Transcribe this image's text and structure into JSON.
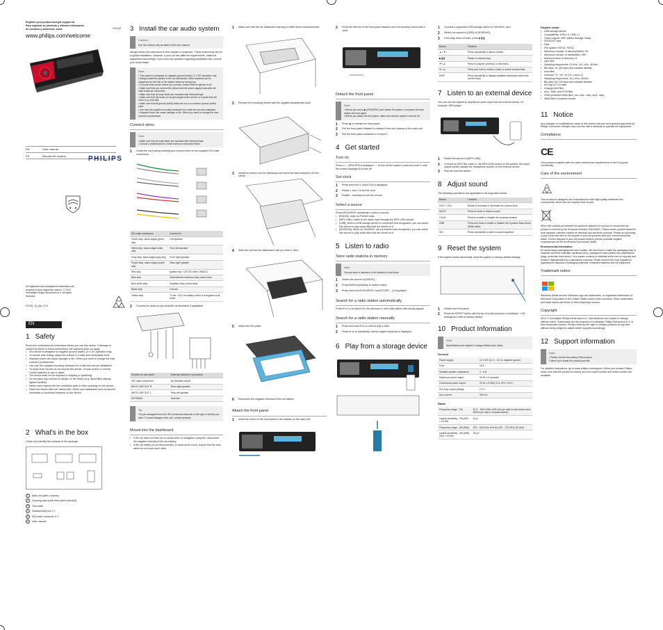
{
  "cover": {
    "register_1": "Register your product and get support at",
    "register_2": "Para registrar su producto y obtener información",
    "register_3": "de contacto y asistencia, visite",
    "url": "www.philips.com/welcome",
    "model": "CE132",
    "langs": [
      {
        "code": "EN",
        "label": "User manual"
      },
      {
        "code": "ES",
        "label": "Manual del usuario"
      }
    ],
    "brand": "PHILIPS",
    "legal": "All registered and unregistered trademarks are property of their respective owners. © 2012 Koninklijke Philips Electronics N.V. All rights reserved.",
    "code": "CE132_10_UM_V1.0"
  },
  "col1": {
    "en_tab": "EN",
    "s1_num": "1",
    "s1_title": "Safety",
    "s1_intro": "Read and understand all instructions before you use this device. If damage is caused by failure to follow instructions, the warranty does not apply.",
    "s1_bullets": [
      "The device is designed for negative ground (earth) 12 V DC operation only.",
      "To ensure safe driving, adjust the volume to a safe and comfortable level.",
      "Improper fuses can cause damage or fire. When you need to change the fuse, consult a professional.",
      "Use only the supplied mounting hardware for a safe and secure installation.",
      "To avoid short circuits do not expose the device, remote control or remote control batteries to rain or water.",
      "The device shall not be exposed to dripping or splashing.",
      "Do not place any sources of danger on the device (e.g. liquid filled objects, lighted candles).",
      "Never insert objects into the ventilation slots or other openings on the device.",
      "Clean the device with soft, damp cloth. Never use substances such as alcohol, chemicals or household cleaners on the device."
    ],
    "s2_num": "2",
    "s2_title": "What's in the box",
    "s2_intro": "Check and identify the contents of the package:",
    "s2_items": [
      "Main unit (with a sleeve)",
      "Carrying case (with front panel included)",
      "Trim plate",
      "Disassembly tool X 2",
      "ISO male connector X 2",
      "User manual"
    ]
  },
  "col2": {
    "s3_num": "3",
    "s3_title": "Install the car audio system",
    "caution_label": "Caution",
    "caution_text": "Use the controls only as stated in this user manual.",
    "intro": "Always follow the instructions in this chapter in sequence. These instructions are for a typical installation. However, if your car has different requirements, make the adjustment accordingly. If you have any question regarding installation kits, consult your local retailer.",
    "note_label": "Note",
    "note_lines": [
      "This system is designed for negative ground (earth) 12 V DC operation only.",
      "Always install this system in the car dashboard. Other locations can be dangerous as the rear of the system heats up during use.",
      "To avoid short-circuit: before you connect, ensure that the ignition is off.",
      "Make sure that you connect the yellow and red power supply leads after all other leads are connected.",
      "Make sure that all loose leads are insulated with electrical tape.",
      "Make sure that the leads do not get caught under screws or in parts that will move (e.g. seat rail).",
      "Make sure that all ground (earth) leads are run to a common ground (earth) point.",
      "Use only the supplied mounting hardware for a safe and secure installation.",
      "Improper fuses can cause damage or fire. When you need to change the fuse, consult a professional."
    ],
    "connect_title": "Connect wires",
    "note2_lines": [
      "Make sure that all loose leads are insulated with electrical tape.",
      "Consult a professional to connect wires as instructed below."
    ],
    "step1": "Check the car's wiring carefully and connect them to the supplied ISO male connectors.",
    "wire_head": [
      "ISO male connectors",
      "Connect to"
    ],
    "wires": [
      [
        "Green strip, black-edged green strip",
        "Left speaker"
      ],
      [
        "White strip, black-edged white strip",
        "Front left speaker"
      ],
      [
        "Gray strip, black-edged gray strip",
        "Front right speaker"
      ],
      [
        "Purple strip, black-edged purple strip",
        "Rear right speaker"
      ],
      [
        "Red strip",
        "Ignition key +12V DC when ON/ACC"
      ],
      [
        "Blue strip",
        "Motor/electric antenna relay control lead"
      ],
      [
        "Blue-white strip",
        "Amplifier relay control lead"
      ],
      [
        "Black strip",
        "Ground"
      ],
      [
        "Yellow strip",
        "To the +12V car battery which is energized at all times"
      ]
    ],
    "step2": "Connect the antenna and amplifier as illustrated if applicable.",
    "socket_head": [
      "Sockets on rear panel",
      "External sockets or connectors"
    ],
    "sockets": [
      [
        "ISO male connectors",
        "As indicated above"
      ],
      [
        "BACK LINE OUT R",
        "Rear right speaker"
      ],
      [
        "BACK LINE OUT L",
        "Rear left speaker"
      ],
      [
        "ANTENNA",
        "Antenna"
      ]
    ],
    "tip_label": "Tip",
    "tip_text": "The pin arrangement for the ISO connectors depends on the type of vehicle you drive. To avoid damage to the unit, connect properly.",
    "mount_title": "Mount into the dashboard",
    "mount_bullets": [
      "If the car does not have an on-board drive or navigation computer, disconnect the negative terminal of the car battery.",
      "If the car battery is not disconnected, to avoid short circuit, ensure that the bare wires do not touch each other."
    ]
  },
  "col3": {
    "steps_a": [
      {
        "n": "1",
        "t": "Make sure that the car dashboard opening is within these measurements:"
      },
      {
        "n": "2",
        "t": "Remove the mounting sleeve with the supplied disassembly tools."
      },
      {
        "n": "3",
        "t": "Install the sleeve into the dashboard and bend the tabs outward to fix the sleeve."
      },
      {
        "n": "4",
        "t": "Slide the unit into the dashboard until you hear a 'click'."
      },
      {
        "n": "5",
        "t": "Attach the trim plate."
      },
      {
        "n": "6",
        "t": "Reconnect the negative terminal of the car battery."
      }
    ],
    "attach_title": "Attach the front panel",
    "attach_step": "Insert the notch on the front panel to the chassis on the main unit."
  },
  "col4": {
    "step2": "Press the left end of the front panel inwards until it is securely locked with a 'click'.",
    "detach_title": "Detach the front panel",
    "note_lines": [
      "Before you press ⏏ (OPEN/REL) and detach the system, to improve the fuse, detach the front panel.",
      "Before you attach the front panel, make sure that the system is turned off."
    ],
    "detach_steps": [
      "Press ⏏ to release the front panel.",
      "Pull the front panel leftward to release it from the chassis of the main unit.",
      "Pull the front panel outwards to remove it."
    ],
    "s4_num": "4",
    "s4_title": "Get started",
    "turn_on": "Turn on",
    "turn_on_text": "Press ⏻. ↪ [PHILIPS] is displayed. ↪ To turn off the system, press and hold ⏻ until the screen backlight is turned off.",
    "set_clock": "Set clock",
    "clock_steps": [
      "Press and hold ⏻ until [CLK] is displayed.",
      "Rotate ◐ and ◑ to set the hour.",
      "Rotate ◐ clockwise to set the minute."
    ],
    "select_source": "Select a source",
    "select_text": "Press M/SOURCE repeatedly to select a source.",
    "sources": [
      "[RADIO]: radio via FM/AM radio.",
      "[MP3-LINK]: Listen to the audio input through the MP3-LINK socket.",
      "[USB]: When a USB storage device is connected and recognized, you can select this source to play audio files that are stored on it.",
      "[SD/SDHC]: When an SD/SDHC card is inserted and recognized, you can select this source to play audio files that are stored on it."
    ],
    "s5_num": "5",
    "s5_title": "Listen to radio",
    "store_title": "Store radio stations in memory",
    "note2": "You can store a maximum of six stations in each band.",
    "radio_steps": [
      "Switch the source to [RADIO].",
      "Press BAND repeatedly to select a band.",
      "Press and hold AS/SOURCE until [STORE ...] is displayed."
    ],
    "auto_title": "Search for a radio station automatically",
    "auto_text": "Press ⏮ or ⏭ to search for the previous or next radio station with strong signals.",
    "manual_title": "Search for a radio station manually",
    "manual_steps": [
      "Press and hold ⏮ or ⏭ until the [M] is blink.",
      "Press ⏮ or ⏭ repeatedly until the target frequency is displayed."
    ],
    "s6_num": "6",
    "s6_title": "Play from a storage device"
  },
  "col5": {
    "steps": [
      "Connect a supported USB storage device or SD/SDHC card.",
      "Switch the source to [USB] or [SD/SDHC].",
      "If the play does not start, press ▶❚❚."
    ],
    "btn_head": [
      "Button",
      "Function"
    ],
    "btns": [
      [
        "▲ / ▼",
        "Press repeatedly to select a folder."
      ],
      [
        "▶❚❚",
        "Pause or resume play."
      ],
      [
        "⏮ / ⏭",
        "Press to play the previous or next track."
      ],
      [
        "⏮ / ⏭",
        "Press and hold to rewind a track or search forward fast."
      ],
      [
        "DISP",
        "Press repeatedly to display available information about the current track."
      ]
    ],
    "s7_num": "7",
    "s7_title": "Listen to an external device",
    "s7_intro": "You can use the system to amplify the audio input from an external device, for example, MP3 player.",
    "s7_steps": [
      "Switch the source to [MP3-LINK].",
      "Connect an MP3 link cable to: the MP3-LINK socket on the system; the audio output socket (usually the headphone socket) on the external device.",
      "Play the external device."
    ],
    "s8_num": "8",
    "s8_title": "Adjust sound",
    "s8_intro": "The following operations are applicable to all supported media.",
    "snd_head": [
      "Button",
      "Function"
    ],
    "snd": [
      [
        "VOL+ / VOL-",
        "Rotate to increase or decrease the volume level."
      ],
      [
        "MUTE",
        "Press to mute or restore sound."
      ],
      [
        "LOUD",
        "Press to enable or disable the loudness feature."
      ],
      [
        "DBB",
        "Press and hold to enable or disable the Dynamic Bass Boost (DBB) effect."
      ],
      [
        "SEL",
        "Press repeatedly to select a sound equalizer."
      ]
    ],
    "s9_num": "9",
    "s9_title": "Reset the system",
    "s9_intro": "If the system works abnormally, reset the system to factory default settings.",
    "s9_steps": [
      "Detach the front panel.",
      "Press the RESET button with the tip of a ball-point pen or toothpick. ↪ All settings are reset to factory default."
    ],
    "s10_num": "10",
    "s10_title": "Product Information",
    "s10_note": "Specifications are subject to change without prior notice.",
    "general": "General",
    "spec_general": [
      [
        "Power supply",
        "12 V DC (11 V - 16 V), negative ground"
      ],
      [
        "Fuse",
        "15 A"
      ],
      [
        "Suitable speaker impedance",
        "4 - 8 Ω"
      ],
      [
        "Maximum power output",
        "50 W x 4 channels"
      ],
      [
        "Continuous power output",
        "22 W x 4 RMS (4 Ω 10% T.H.D.)"
      ],
      [
        "Pre-Amp output voltage",
        "2.0 V"
      ],
      [
        "Aux-in level",
        "500 mV"
      ]
    ],
    "radio": "Radio",
    "spec_radio": [
      [
        "Frequency range - FM",
        "87.5 - 108.0 MHz (100 kHz per step in auto search and 50kHz per step in manual search)"
      ],
      [
        "Usable sensitivity - FM (S/N = 20 dB)",
        "8 µV"
      ],
      [
        "Frequency range - AM (MW)",
        "522 - 1620 kHz (9 kHz); 530 - 1710 kHz (10 kHz)"
      ],
      [
        "Usable sensitivity - AM (MW) (S/N = 20 dB)",
        "30 µV"
      ]
    ]
  },
  "col6": {
    "playable": "Playable media:",
    "media_lines": [
      "USB storage device",
      "Compatibility: USB 2.0, USB 1.1",
      "Class support: MSC (Mass Storage Class)",
      "SD/SDHC card",
      "Files",
      "File system: FAT16, FAT32",
      "Maximum number of albums/folders: 99",
      "Maximum number of tracks/titles: 999",
      "Maximum level of directory: 8",
      "mp3 files",
      "Sampling frequencies: 32 kHz, 44.1 kHz, 48 kHz",
      "Bit-rates: 32-320 kbps and variable bitrates",
      "wma files",
      "Versions: V7, V8, V9 (V1.1 and L2)",
      "Sampling frequencies: 44.1 kHz, 48 kHz",
      "Bit-rates: 64-192 kbps and variable bitrates",
      "ID3 tag V2.0 or later",
      "Unsupported files",
      "AAC, WAV, and PCM files",
      "DRM protected WMA files (.wv, m4a, .m4p, mp4, .aac)",
      "WMA files in lossless format"
    ],
    "s11_num": "11",
    "s11_title": "Notice",
    "s11_intro": "Any changes or modifications made to this device that are not expressly approved by Philips Consumer Lifestyle may void the user's authority to operate the equipment.",
    "compliance": "Compliance",
    "compliance_text": "This product complies with the radio interference requirements of the European Community.",
    "care": "Care of the environment",
    "care_text": "Your product is designed and manufactured with high quality materials and components, which can be recycled and reused.",
    "weee_text": "When this crossed-out wheeled bin symbol is attached to a product it means that the product is covered by the European Directive 2002/96/EC. Please inform yourself about the local separate collection system for electrical and electronic products. Please act according to your local rules and do not dispose of your old products with your normal household waste. Correct disposal of your old product helps to prevent potential negative consequences for the environment and human health.",
    "env_info": "Environmental information",
    "env_text": "All unnecessary packaging has been omitted. We have tried to make the packaging easy to separate into three materials: cardboard (box), polystyrene foam (buffer) and polyethylene (bags, protective foam sheet.) Your system consists of materials which can be recycled and reused if disassembled by a specialized company. Please observe the local regulations regarding the disposal of packaging materials, exhausted batteries and old equipment.",
    "trademark": "Trademark notice",
    "trademark_text": "Windows Media and the Windows logo are trademarks, or registered trademarks of Microsoft Corporation in the United States and/or other countries. Other trademarks and trade names are those of their respective owners.",
    "copyright": "Copyright",
    "copyright_text": "2012 © Koninklijke Philips Electronics N.V. Specifications are subject to change without notice. Trademarks are the property of Koninklijke Philips Electronics N.V. or their respective owners. Philips reserves the right to change products at any time without being obliged to adjust earlier supplies accordingly.",
    "s12_num": "12",
    "s12_title": "Support information",
    "note_label": "Note",
    "s12_note": [
      "Please remove the casing of this product.",
      "Never try to repair the product yourself."
    ],
    "s12_text": "For detailed instructions, go to www.philips.com/support. When you contact Philips, make sure that the product is nearby and the model number and serial number are available."
  }
}
